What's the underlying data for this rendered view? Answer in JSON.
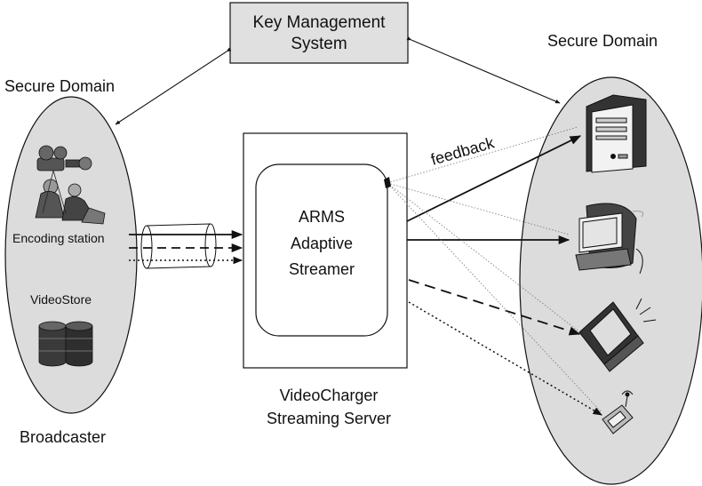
{
  "key_management": {
    "line1": "Key Management",
    "line2": "System"
  },
  "left_domain": {
    "title": "Secure Domain",
    "encoding_label": "Encoding station",
    "videostore_label": "VideoStore",
    "caption": "Broadcaster"
  },
  "right_domain": {
    "title": "Secure Domain"
  },
  "server": {
    "inner_line1": "ARMS",
    "inner_line2": "Adaptive",
    "inner_line3": "Streamer",
    "caption_line1": "VideoCharger",
    "caption_line2": "Streaming Server"
  },
  "feedback_label": "feedback",
  "icons": {
    "camera_crew": "film-crew-icon",
    "database": "database-icon",
    "desktop": "desktop-computer-icon",
    "crt_monitor": "crt-monitor-icon",
    "laptop": "laptop-icon",
    "phone": "mobile-phone-icon"
  },
  "colors": {
    "domain_fill": "#dcdcdc",
    "kms_fill": "#e0e0e0",
    "line": "#111111",
    "feedback_line": "#888888"
  }
}
